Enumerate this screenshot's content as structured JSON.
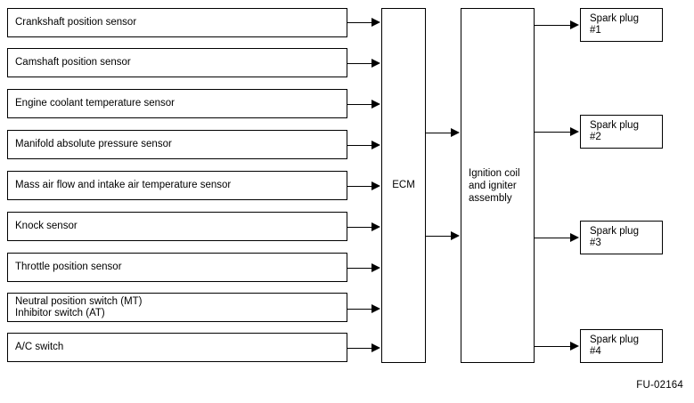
{
  "figure": {
    "reference": "FU-02164"
  },
  "sensors": [
    {
      "lines": [
        "Crankshaft position sensor"
      ]
    },
    {
      "lines": [
        "Camshaft position sensor"
      ]
    },
    {
      "lines": [
        "Engine coolant temperature sensor"
      ]
    },
    {
      "lines": [
        "Manifold absolute pressure sensor"
      ]
    },
    {
      "lines": [
        "Mass air flow and intake air temperature sensor"
      ]
    },
    {
      "lines": [
        "Knock sensor"
      ]
    },
    {
      "lines": [
        "Throttle position sensor"
      ]
    },
    {
      "lines": [
        "Neutral position switch (MT)",
        "Inhibitor switch (AT)"
      ]
    },
    {
      "lines": [
        "A/C switch"
      ]
    }
  ],
  "ecm": {
    "label": "ECM"
  },
  "ignition": {
    "lines": [
      "Ignition coil",
      "and igniter",
      "assembly"
    ]
  },
  "spark_plugs": [
    {
      "lines": [
        "Spark plug",
        "#1"
      ]
    },
    {
      "lines": [
        "Spark plug",
        "#2"
      ]
    },
    {
      "lines": [
        "Spark plug",
        "#3"
      ]
    },
    {
      "lines": [
        "Spark plug",
        "#4"
      ]
    }
  ],
  "colors": {
    "stroke": "#000000",
    "background": "#ffffff",
    "text": "#000000"
  }
}
